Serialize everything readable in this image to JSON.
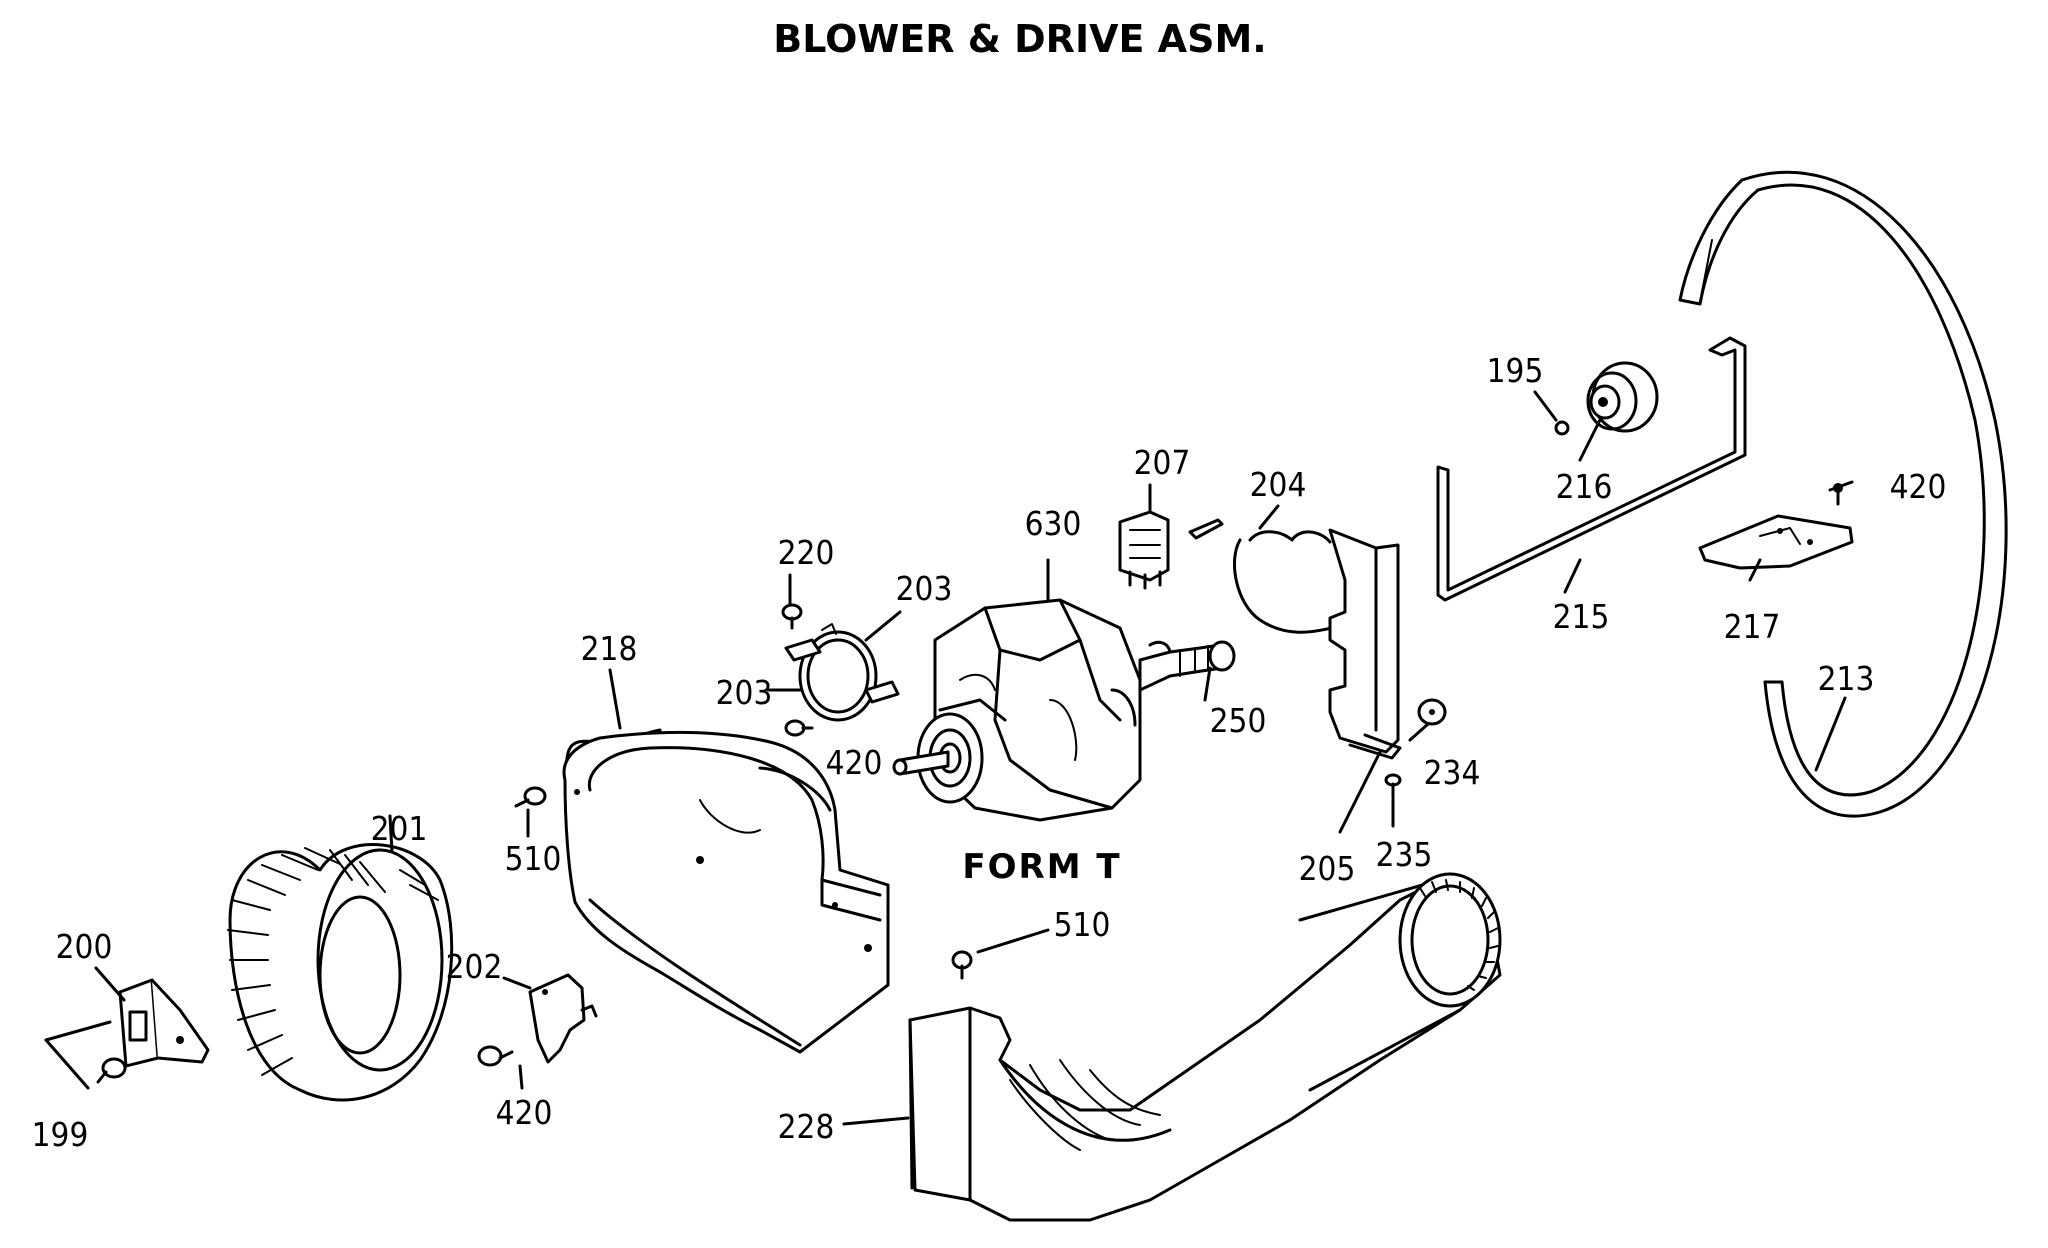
{
  "title": "BLOWER & DRIVE ASM.",
  "form_label": "FORM T",
  "callouts": {
    "p195": "195",
    "p199": "199",
    "p200": "200",
    "p201": "201",
    "p202": "202",
    "p203a": "203",
    "p203b": "203",
    "p204": "204",
    "p205": "205",
    "p207": "207",
    "p213": "213",
    "p215": "215",
    "p216": "216",
    "p217": "217",
    "p218": "218",
    "p220": "220",
    "p228": "228",
    "p234": "234",
    "p235": "235",
    "p250": "250",
    "p420a": "420",
    "p420b": "420",
    "p420c": "420",
    "p510a": "510",
    "p510b": "510",
    "p630": "630"
  }
}
